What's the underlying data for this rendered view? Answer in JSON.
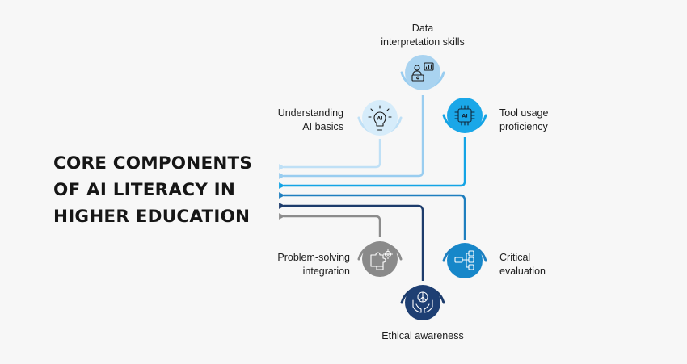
{
  "title_lines": [
    "CORE COMPONENTS",
    "OF AI LITERACY IN",
    "HIGHER EDUCATION"
  ],
  "components": {
    "data": {
      "lines": [
        "Data",
        "interpretation skills"
      ],
      "color": "#a9d3f0",
      "icon": "data-analysis-icon"
    },
    "understanding": {
      "lines": [
        "Understanding",
        "AI basics"
      ],
      "color": "#d6ecfa",
      "icon": "ai-lightbulb-icon",
      "chip": "AI"
    },
    "tool": {
      "lines": [
        "Tool usage",
        "proficiency"
      ],
      "color": "#1aa7e8",
      "icon": "ai-chip-icon",
      "chip": "AI"
    },
    "critical": {
      "lines": [
        "Critical",
        "evaluation"
      ],
      "color": "#1787c9",
      "icon": "flowchart-icon"
    },
    "ethical": {
      "lines": [
        "Ethical awareness"
      ],
      "color": "#1e3f73",
      "icon": "peace-hands-icon"
    },
    "problem": {
      "lines": [
        "Problem-solving",
        "integration"
      ],
      "color": "#8a8a8a",
      "icon": "puzzle-gear-icon"
    }
  },
  "colors": {
    "understanding_line": "#bfe0f6",
    "data_line": "#99cdf0",
    "tool_line": "#14a4e5",
    "critical_line": "#1f7fbf",
    "ethical_line": "#1d3c6c",
    "problem_line": "#8c8c8c"
  }
}
